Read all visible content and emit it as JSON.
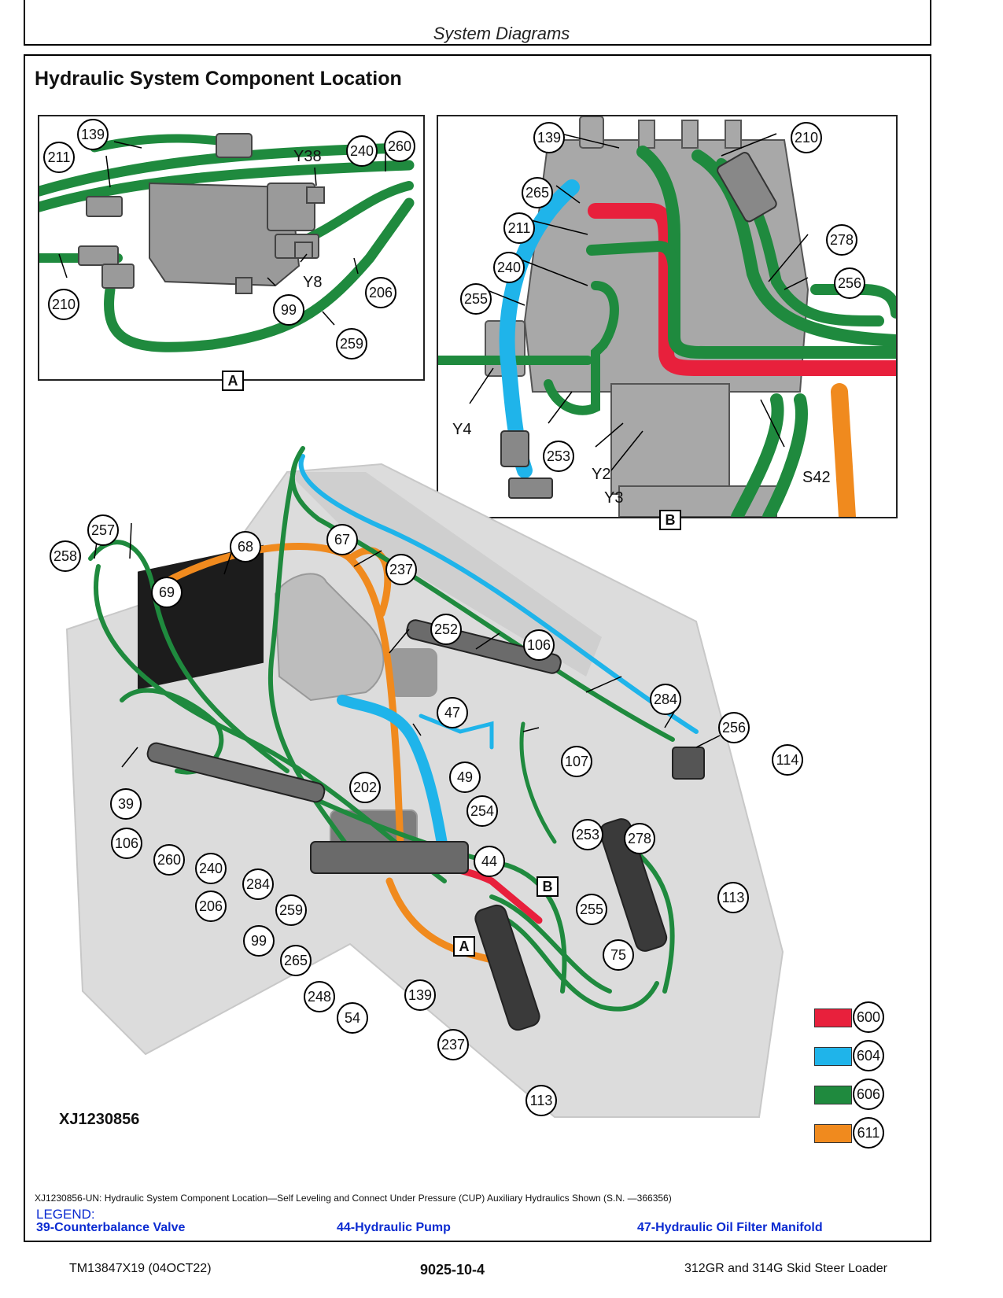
{
  "header": {
    "section_title": "System Diagrams"
  },
  "page_title": "Hydraulic System Component Location",
  "colors": {
    "pressure": "#e8203c",
    "return": "#1fb4ea",
    "working": "#1f8a3e",
    "suction": "#f08a1e",
    "frame": "#d9d9d9"
  },
  "inset_a": {
    "tag": "A",
    "callouts": [
      "139",
      "211",
      "240",
      "260",
      "210",
      "206",
      "99",
      "259"
    ],
    "labels": [
      "Y38",
      "Y8"
    ]
  },
  "inset_b": {
    "tag": "B",
    "callouts": [
      "139",
      "210",
      "265",
      "211",
      "240",
      "278",
      "256",
      "255",
      "253"
    ],
    "labels": [
      "Y4",
      "Y2",
      "Y3",
      "S42"
    ]
  },
  "main": {
    "callouts": [
      "257",
      "258",
      "68",
      "67",
      "237",
      "69",
      "252",
      "106",
      "284",
      "256",
      "114",
      "47",
      "107",
      "49",
      "202",
      "39",
      "254",
      "253",
      "278",
      "106",
      "260",
      "240",
      "206",
      "284",
      "44",
      "259",
      "255",
      "113",
      "99",
      "265",
      "139",
      "75",
      "248",
      "54",
      "237",
      "113"
    ],
    "view_labels": [
      "B",
      "A"
    ]
  },
  "color_legend": [
    "600",
    "604",
    "606",
    "611"
  ],
  "figure_id": "XJ1230856",
  "caption": "XJ1230856-UN: Hydraulic System Component Location—Self Leveling and Connect Under Pressure (CUP) Auxiliary Hydraulics Shown (S.N. —366356)",
  "legend": {
    "title": "LEGEND:",
    "items": [
      "39-Counterbalance Valve",
      "44-Hydraulic Pump",
      "47-Hydraulic Oil Filter Manifold"
    ]
  },
  "footer": {
    "left": "TM13847X19 (04OCT22)",
    "center": "9025-10-4",
    "right": "312GR and 314G Skid Steer Loader"
  }
}
